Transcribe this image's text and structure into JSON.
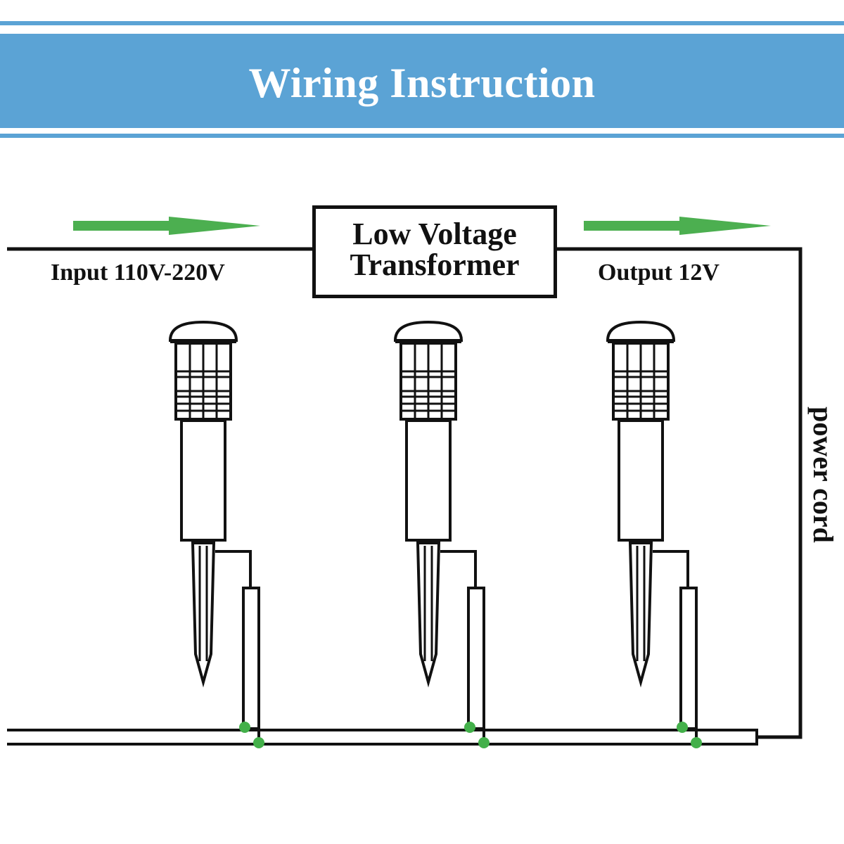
{
  "header": {
    "title": "Wiring Instruction"
  },
  "diagram": {
    "input_label": "Input 110V-220V",
    "output_label": "Output 12V",
    "transformer": {
      "line1": "Low Voltage",
      "line2": "Transformer"
    },
    "power_cord_label": "power cord",
    "lamp_count": 3
  },
  "colors": {
    "banner": "#5ba3d5",
    "arrow": "#4caf50",
    "junction": "#43b04a",
    "line": "#111111"
  }
}
